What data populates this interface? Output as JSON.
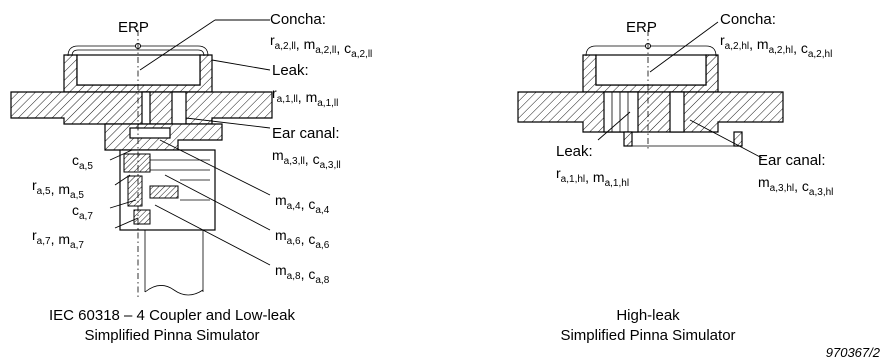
{
  "left_diagram": {
    "erp": "ERP",
    "concha_title": "Concha:",
    "concha_params": "r_{a,2,ll}, m_{a,2,ll}, c_{a,2,ll}",
    "leak_title": "Leak:",
    "leak_params": "r_{a,1,ll}, m_{a,1,ll}",
    "ear_canal_title": "Ear canal:",
    "ear_canal_params": "m_{a,3,ll}, c_{a,3,ll}",
    "c_a5": "c_{a,5}",
    "r_a5_m_a5": "r_{a,5}, m_{a,5}",
    "c_a7": "c_{a,7}",
    "r_a7_m_a7": "r_{a,7}, m_{a,7}",
    "m_a4_c_a4": "m_{a,4}, c_{a,4}",
    "m_a6_c_a6": "m_{a,6}, c_{a,6}",
    "m_a8_c_a8": "m_{a,8}, c_{a,8}",
    "caption_line1": "IEC 60318 – 4 Coupler and Low-leak",
    "caption_line2": "Simplified Pinna Simulator"
  },
  "right_diagram": {
    "erp": "ERP",
    "concha_title": "Concha:",
    "concha_params": "r_{a,2,hl}, m_{a,2,hl}, c_{a,2,hl}",
    "leak_title": "Leak:",
    "leak_params": "r_{a,1,hl}, m_{a,1,hl}",
    "ear_canal_title": "Ear canal:",
    "ear_canal_params": "m_{a,3,hl}, c_{a,3,hl}",
    "caption_line1": "High-leak",
    "caption_line2": "Simplified Pinna Simulator"
  },
  "figure_id": "970367/2"
}
